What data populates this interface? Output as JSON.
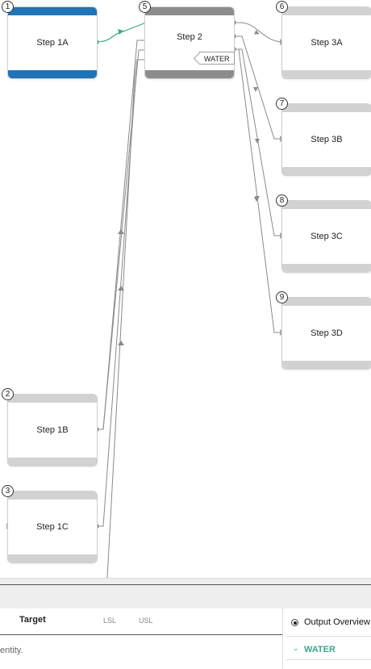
{
  "canvas": {
    "nodes": [
      {
        "badge": "1",
        "label": "Step 1A"
      },
      {
        "badge": "5",
        "label": "Step 2"
      },
      {
        "badge": "6",
        "label": "Step 3A"
      },
      {
        "badge": "7",
        "label": "Step 3B"
      },
      {
        "badge": "8",
        "label": "Step 3C"
      },
      {
        "badge": "9",
        "label": "Step 3D"
      },
      {
        "badge": "2",
        "label": "Step 1B"
      },
      {
        "badge": "3",
        "label": "Step 1C"
      }
    ],
    "stream_tag": "WATER",
    "colors": {
      "selected_node": "#1f73b7",
      "active_node": "#8c8c8c",
      "inactive_node": "#d2d2d2",
      "active_connection": "#3aa88b",
      "connection": "#8a8a8a"
    }
  },
  "table": {
    "col_target": "Target",
    "col_lsl": "LSL",
    "col_usl": "USL",
    "row_text": "entity."
  },
  "output_panel": {
    "option": "Output Overview",
    "section": "WATER"
  }
}
